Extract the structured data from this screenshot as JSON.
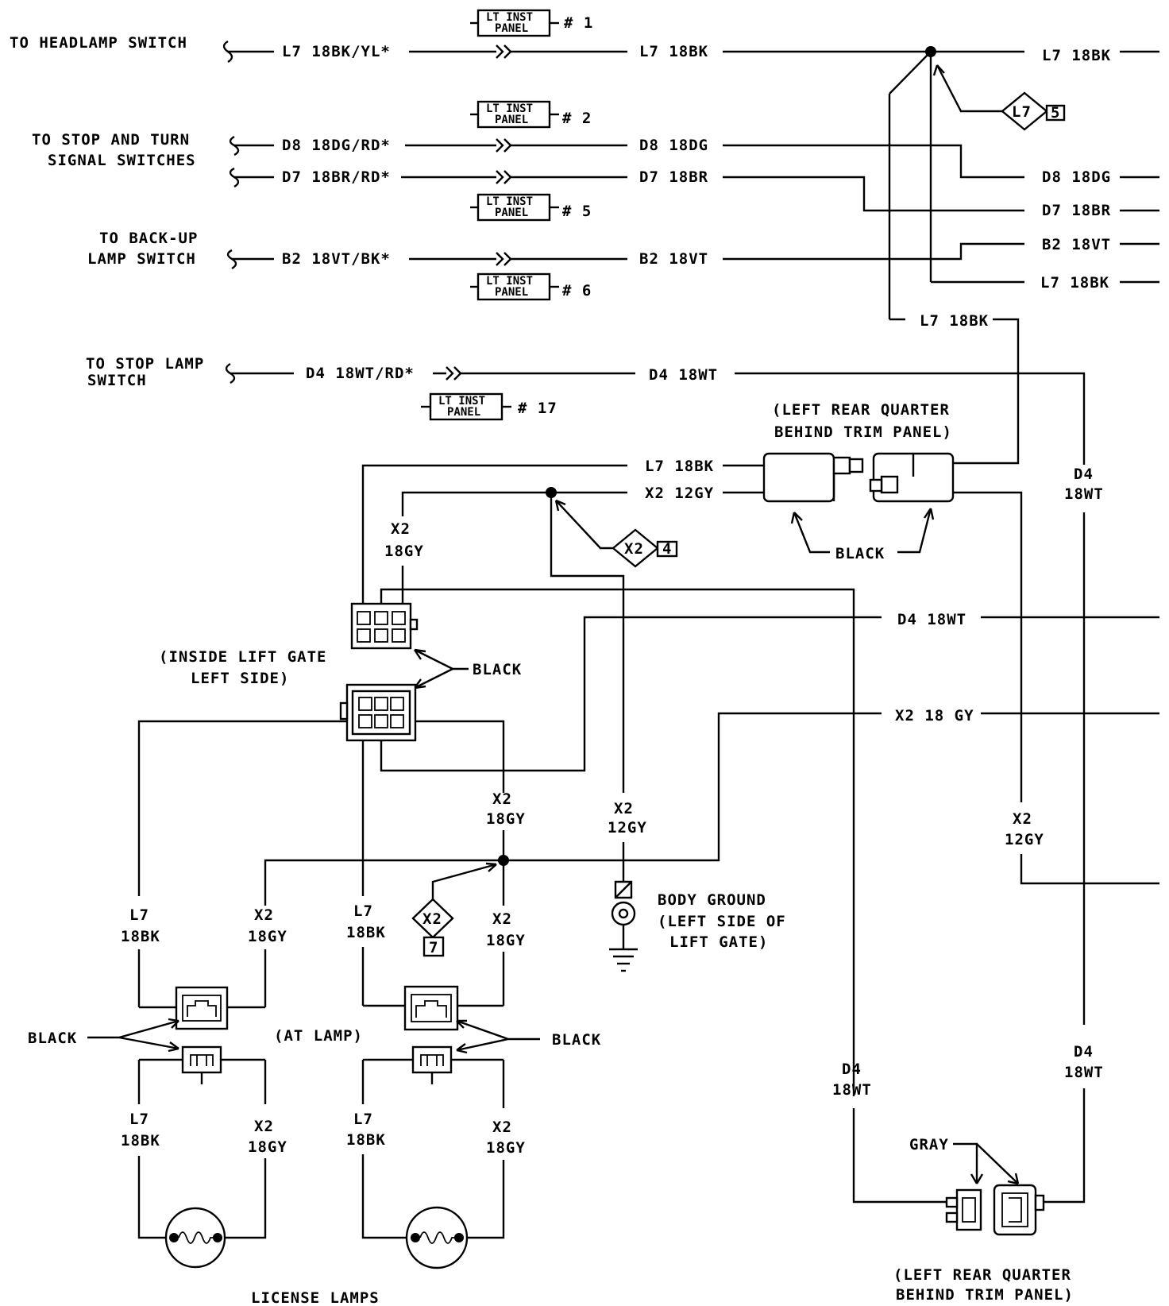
{
  "sources": {
    "headlamp": "TO HEADLAMP SWITCH",
    "stop_turn_1": "TO STOP AND TURN",
    "stop_turn_2": "SIGNAL SWITCHES",
    "backup_1": "TO BACK-UP",
    "backup_2": "LAMP SWITCH",
    "stoplamp_1": "TO STOP LAMP",
    "stoplamp_2": "SWITCH"
  },
  "wires_left": [
    "L7  18BK/YL*",
    "D8  18DG/RD*",
    "D7  18BR/RD*",
    "B2  18VT/BK*",
    "D4  18WT/RD*"
  ],
  "wires_mid": [
    "L7  18BK",
    "D8  18DG",
    "D7  18BR",
    "B2  18VT",
    "D4  18WT"
  ],
  "wires_right": [
    "L7  18BK",
    "D8  18DG",
    "D7  18BR",
    "B2  18VT",
    "L7  18BK"
  ],
  "lt_inst_panel": {
    "line1": "LT INST",
    "line2": "PANEL",
    "refs": [
      "# 1",
      "# 2",
      "# 5",
      "# 6",
      "# 17"
    ]
  },
  "splices": {
    "l7": {
      "code": "L7",
      "num": "5"
    },
    "x2_top": {
      "code": "X2",
      "num": "4"
    },
    "x2_bottom": {
      "code": "X2",
      "num": "7"
    }
  },
  "labels": {
    "l7_riser": "L7  18BK",
    "conn_l7": "L7  18BK",
    "conn_x2": "X2  12GY",
    "lrq_top_1": "(LEFT REAR QUARTER",
    "lrq_top_2": "BEHIND TRIM PANEL)",
    "black": "BLACK",
    "gray": "GRAY",
    "liftgate_1": "(INSIDE LIFT GATE",
    "liftgate_2": "LEFT SIDE)",
    "d4_right": "D4  18WT",
    "x2_right": "X2  18 GY",
    "x2": "X2",
    "l7": "L7",
    "d4": "D4",
    "g18": "18GY",
    "g12": "12GY",
    "bk18": "18BK",
    "wt18": "18WT",
    "body_ground_1": "BODY GROUND",
    "body_ground_2": "(LEFT SIDE OF",
    "body_ground_3": "LIFT GATE)",
    "at_lamp": "(AT LAMP)",
    "license_lamps": "LICENSE LAMPS",
    "lrq_bot_1": "(LEFT REAR QUARTER",
    "lrq_bot_2": "BEHIND TRIM PANEL)"
  }
}
